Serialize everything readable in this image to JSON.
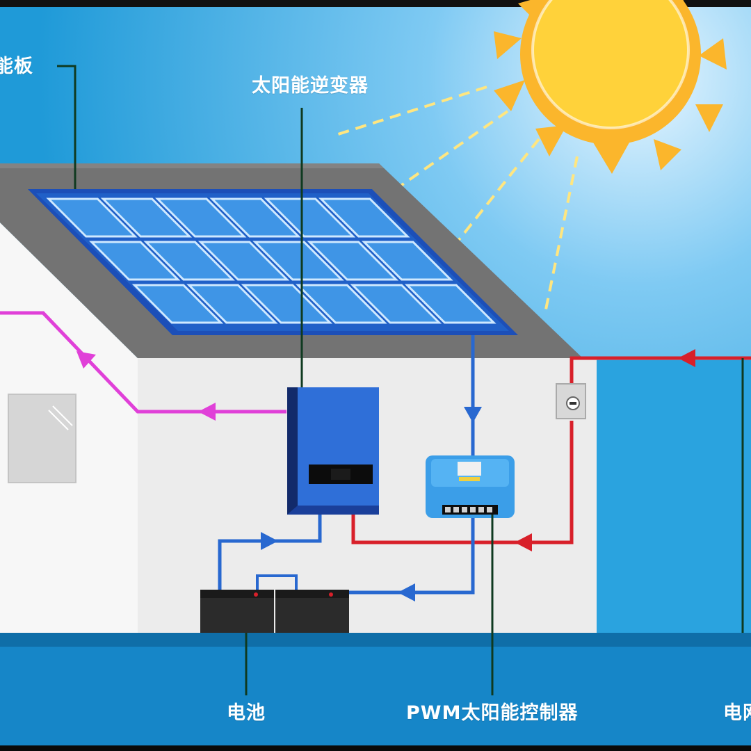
{
  "labels": {
    "solar_panel": "能板",
    "inverter": "太阳能逆变器",
    "battery": "电池",
    "controller": "PWM太阳能控制器",
    "grid": "电网"
  },
  "colors": {
    "sky": "#1f9ad8",
    "sun": "#fbb62c",
    "roof": "#707070",
    "panel_frame": "#1c4fb8",
    "panel_cell": "#3f95e6",
    "wall": "#ececec",
    "inverter": "#2f6fd8",
    "controller": "#3b9ee8",
    "battery": "#2b2b2b",
    "ac_output_line": "#e040d8",
    "grid_line": "#d8202a",
    "dc_line": "#2868d0",
    "leader_line": "#0f3a20",
    "ground": "#1686c8"
  }
}
